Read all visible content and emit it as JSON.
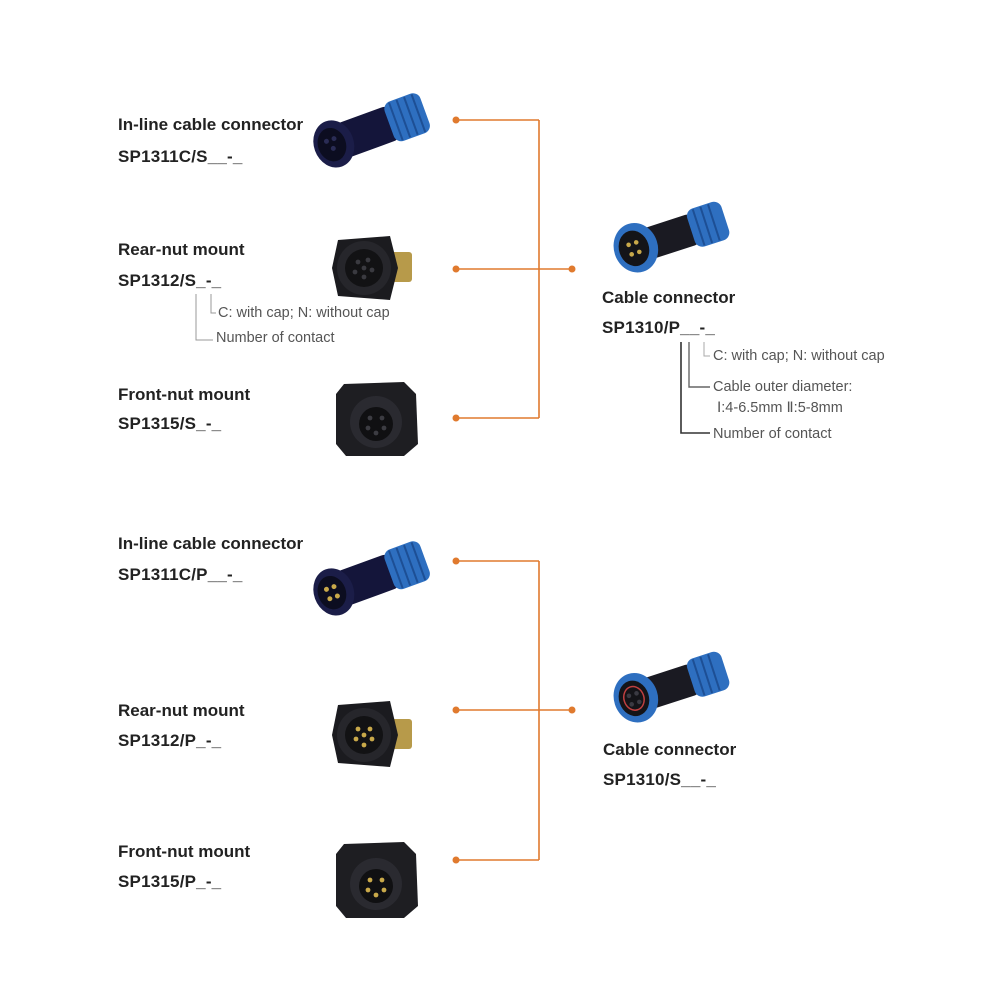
{
  "colors": {
    "connector_line": "#E07A2E",
    "bracket_line": "#333333",
    "text": "#222222",
    "note_text": "#555555",
    "blue_nut": "#2E6FC0",
    "dark_body": "#1c1c22"
  },
  "group1": {
    "items": [
      {
        "title": "In-line cable connector",
        "code": "SP1311C/S__-_",
        "icon": "inline-female-connector-icon"
      },
      {
        "title": "Rear-nut mount",
        "code": "SP1312/S_-_",
        "icon": "rear-nut-female-socket-icon",
        "notes": [
          "C: with cap; N: without cap",
          "Number of contact"
        ]
      },
      {
        "title": "Front-nut mount",
        "code": "SP1315/S_-_",
        "icon": "front-nut-female-socket-icon"
      }
    ],
    "target": {
      "title": "Cable connector",
      "code": "SP1310/P__-_",
      "icon": "male-cable-connector-icon",
      "notes": [
        "C: with cap; N: without cap",
        "Cable outer diameter:",
        "Ⅰ:4-6.5mm Ⅱ:5-8mm",
        "Number of contact"
      ]
    }
  },
  "group2": {
    "items": [
      {
        "title": "In-line cable connector",
        "code": "SP1311C/P__-_",
        "icon": "inline-male-connector-icon"
      },
      {
        "title": "Rear-nut mount",
        "code": "SP1312/P_-_",
        "icon": "rear-nut-male-socket-icon"
      },
      {
        "title": "Front-nut mount",
        "code": "SP1315/P_-_",
        "icon": "front-nut-male-socket-icon"
      }
    ],
    "target": {
      "title": "Cable connector",
      "code": "SP1310/S__-_",
      "icon": "female-cable-connector-icon"
    }
  }
}
